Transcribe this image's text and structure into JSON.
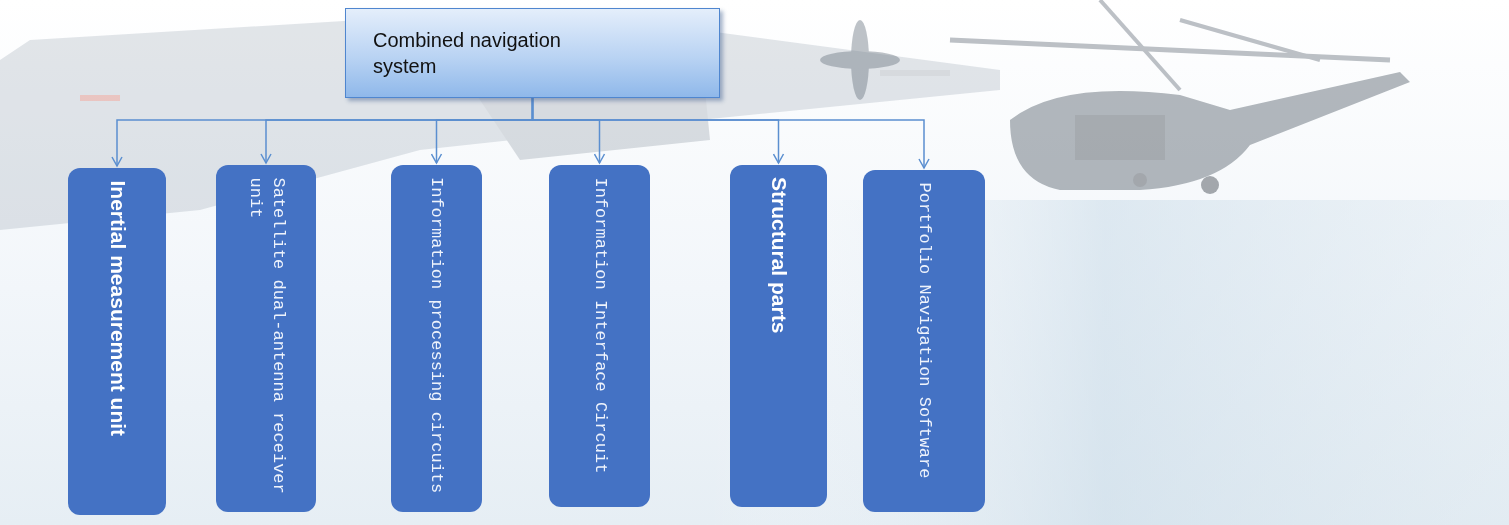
{
  "diagram": {
    "nodes": [
      {
        "text": [
          "Combined navigation system"
        ]
      },
      {
        "text": [
          "Inertial measurement unit"
        ]
      },
      {
        "text": [
          "Satellite dual-antenna receiver unit"
        ]
      },
      {
        "text": [
          "Information processing circuits"
        ]
      },
      {
        "text": [
          "Information Interface Circuit"
        ]
      },
      {
        "text": [
          "Structural parts"
        ]
      },
      {
        "text": [
          "Portfolio Navigation Software"
        ]
      }
    ],
    "edges": [
      {
        "from": 0,
        "to": 1,
        "arrow": "to"
      },
      {
        "from": 0,
        "to": 2,
        "arrow": "to"
      },
      {
        "from": 0,
        "to": 3,
        "arrow": "to"
      },
      {
        "from": 0,
        "to": 4,
        "arrow": "to"
      },
      {
        "from": 0,
        "to": 5,
        "arrow": "to"
      },
      {
        "from": 0,
        "to": 6,
        "arrow": "to"
      }
    ]
  }
}
